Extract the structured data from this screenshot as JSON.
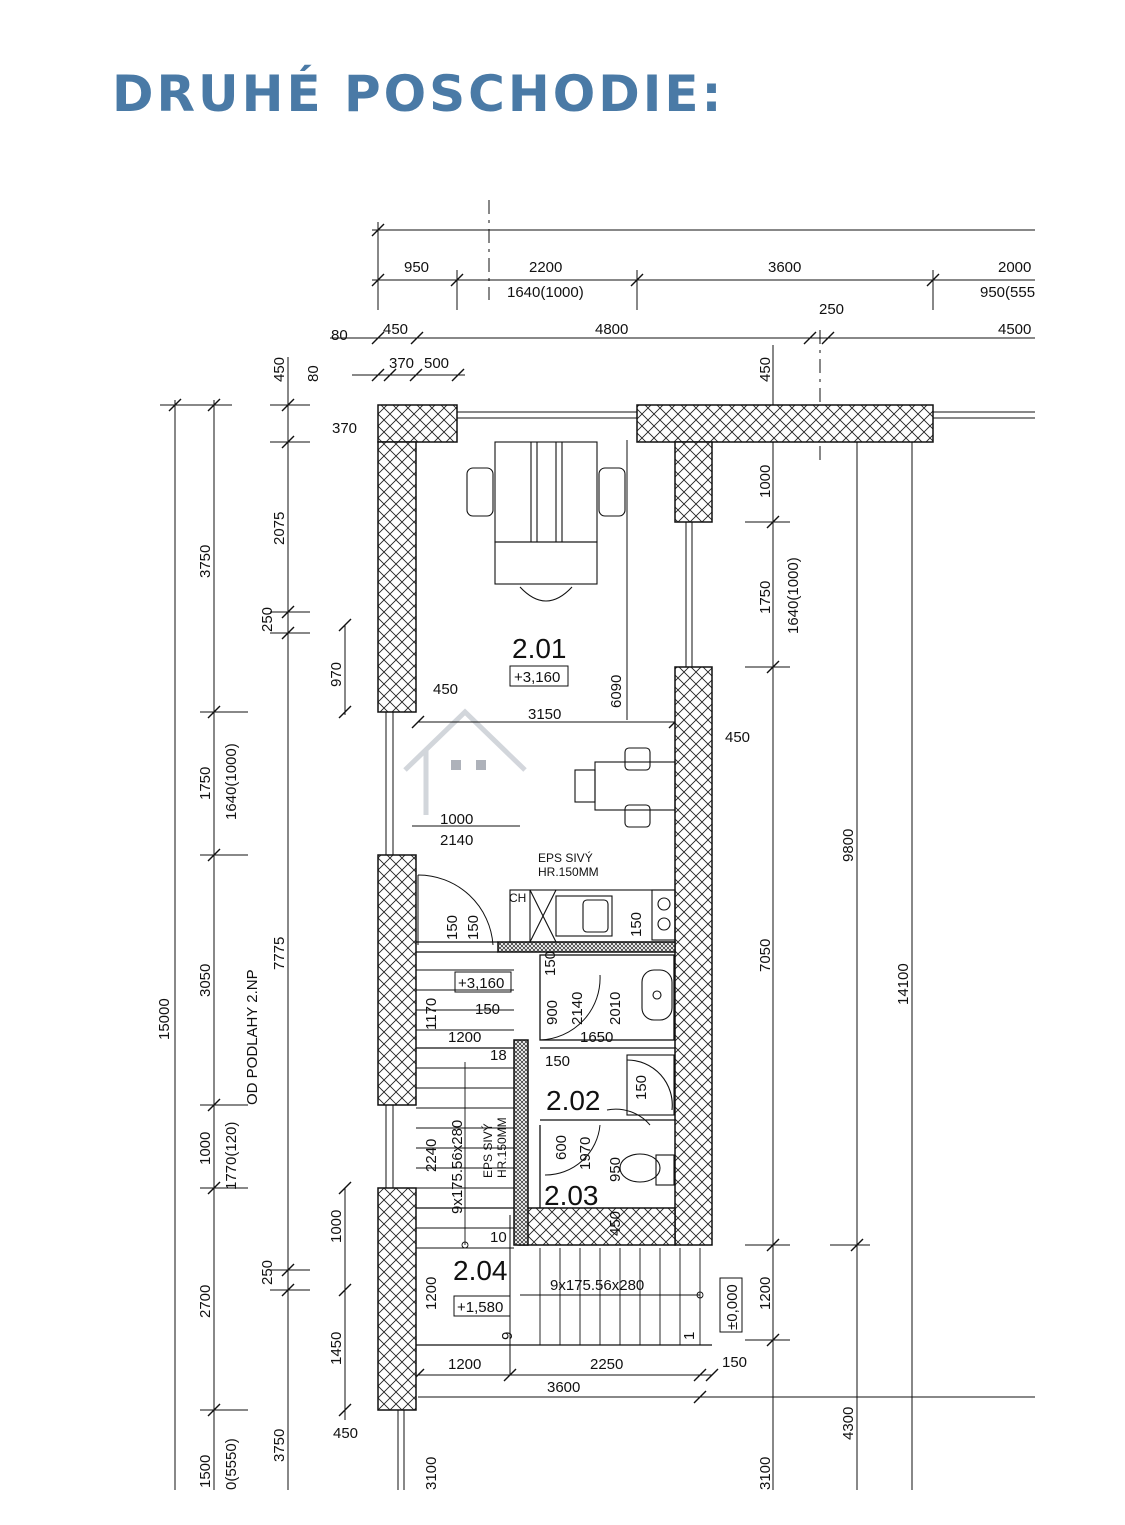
{
  "title": "DRUHÉ POSCHODIE:",
  "colors": {
    "title": "#4a7aa6",
    "line": "#111111",
    "watermark": "#c8ccd3"
  },
  "rooms": [
    {
      "id": "2.01",
      "level": "+3,160"
    },
    {
      "id": "2.02"
    },
    {
      "id": "2.03"
    },
    {
      "id": "2.04",
      "level": "+1,580"
    }
  ],
  "levels": {
    "stair_landing": "+3,160",
    "ground": "±0,000"
  },
  "notes": {
    "eps_top_1": "EPS  SIVÝ",
    "eps_top_2": "HR.150MM",
    "eps_side_1": "EPS  SIVÝ",
    "eps_side_2": "HR.150MM",
    "floor_ref": "OD PODLAHY 2.NP",
    "ch": "CH"
  },
  "stairs": {
    "upper": "9x175.56x280",
    "lower": "9x175.56x280"
  },
  "dims_top": {
    "r1": [
      "950",
      "2200",
      "3600",
      "2000"
    ],
    "r1b": [
      "1640(1000)",
      "950(555"
    ],
    "r2": [
      "450",
      "4800",
      "4500"
    ],
    "r2b": [
      "80",
      "250"
    ],
    "r3": [
      "370",
      "500"
    ]
  },
  "dims_left": {
    "total": "15000",
    "col1": [
      "3750",
      "1750",
      "3050",
      "1000",
      "2700",
      "1500"
    ],
    "col1b": [
      "1640(1000)",
      "1770(120)",
      "0(5550)"
    ],
    "col2": [
      "450",
      "2075",
      "250",
      "7775",
      "250",
      "3750"
    ],
    "col2b": [
      "80",
      "370"
    ],
    "col3": [
      "970",
      "1000",
      "1450",
      "450"
    ]
  },
  "dims_right": {
    "col1": [
      "450",
      "1000",
      "1750",
      "7050",
      "1200",
      "3100"
    ],
    "col1b": [
      "1640(1000)"
    ],
    "col2": [
      "9800",
      "4300"
    ],
    "col3": [
      "14100"
    ]
  },
  "dims_inner": {
    "d450a": "450",
    "d3150": "3150",
    "d6090": "6090",
    "d450b": "450",
    "d1000": "1000",
    "d2140": "2140",
    "d150a": "150",
    "d150b": "150",
    "d150c": "150",
    "d150d": "150",
    "d1170": "1170",
    "d1200a": "1200",
    "d900": "900",
    "d2140b": "2140",
    "d2010": "2010",
    "d1650": "1650",
    "d18": "18",
    "d150e": "150",
    "d150f": "150",
    "d2240": "2240",
    "d600": "600",
    "d1970": "1970",
    "d950": "950",
    "d10": "10",
    "d450c": "450",
    "d1200b": "1200",
    "d9": "9",
    "d1": "1",
    "d1200c": "1200",
    "d2250": "2250",
    "d150g": "150",
    "d3600": "3600",
    "d450d": "450",
    "d3100": "3100",
    "d1200d": "1200"
  }
}
